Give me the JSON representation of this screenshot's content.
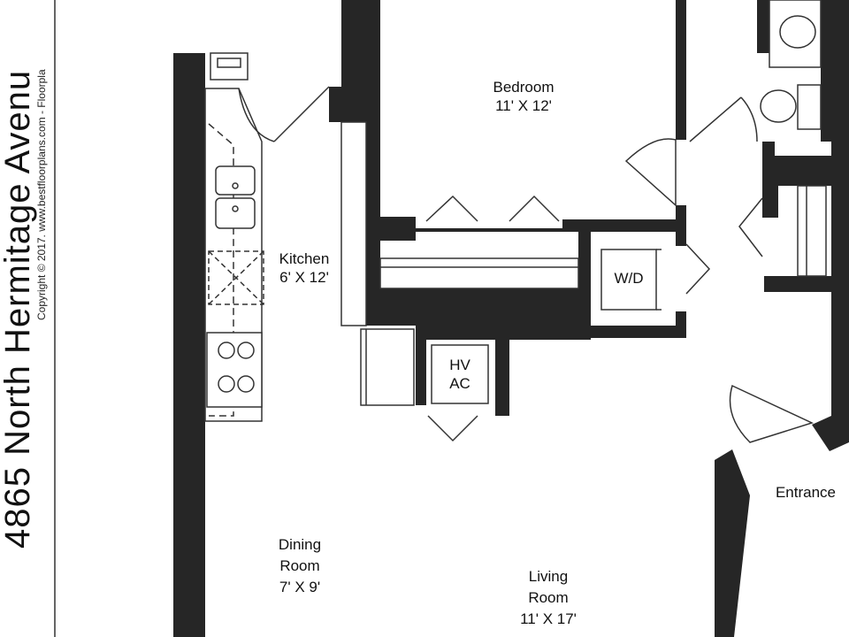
{
  "title": {
    "address": "4865 North Hermitage Avenu",
    "copyright": "Copyright © 2017. www.bestfloorplans.com - Floorpla"
  },
  "rooms": {
    "bedroom": {
      "name": "Bedroom",
      "size": "11' X 12'"
    },
    "kitchen": {
      "name": "Kitchen",
      "size": "6' X 12'"
    },
    "dining": {
      "line1": "Dining",
      "line2": "Room",
      "size": "7' X 9'"
    },
    "living": {
      "line1": "Living",
      "line2": "Room",
      "size": "11' X 17'"
    },
    "entrance": {
      "name": "Entrance"
    }
  },
  "equipment": {
    "washer_dryer": "W/D",
    "hvac_line1": "HV",
    "hvac_line2": "AC"
  },
  "colors": {
    "wall": "#262626",
    "line": "#333333",
    "background": "#ffffff"
  }
}
